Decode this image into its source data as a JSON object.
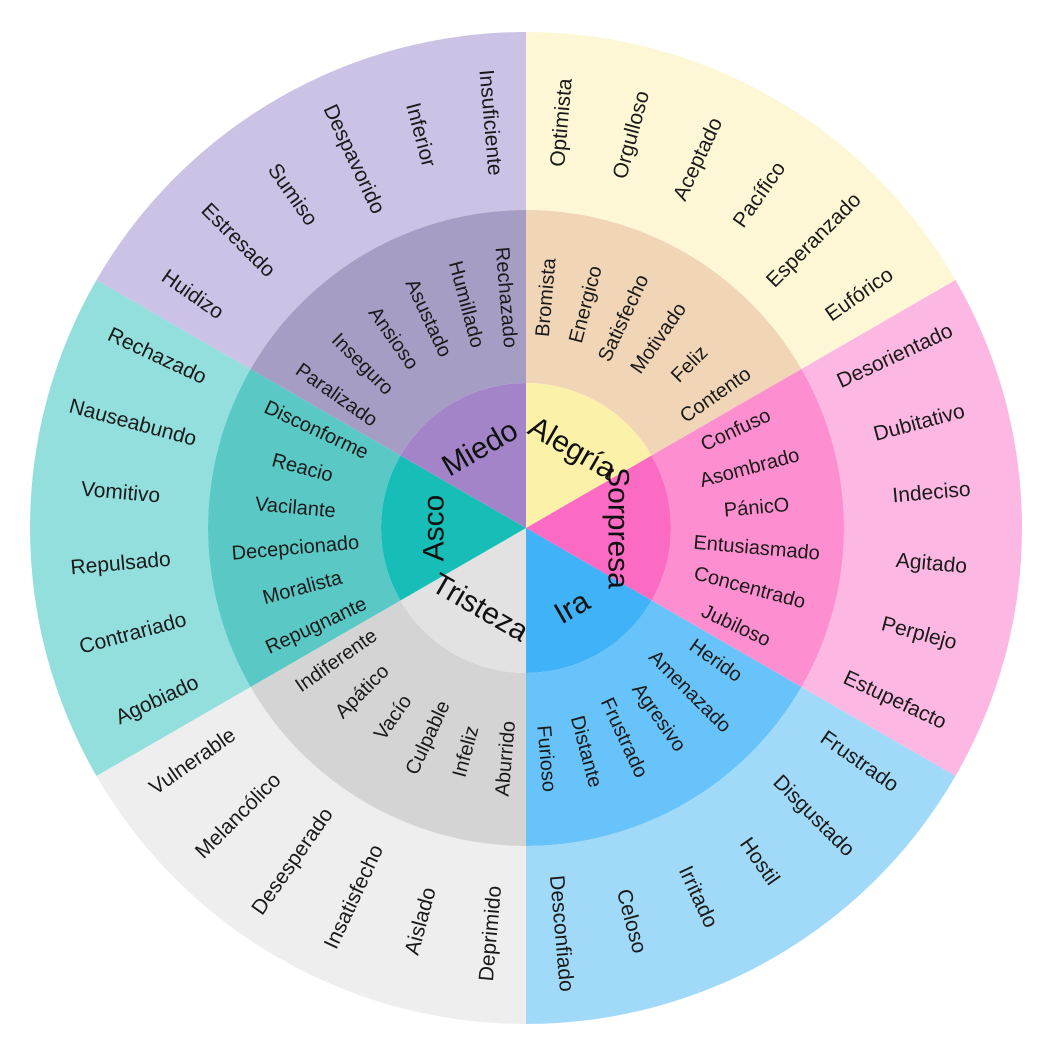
{
  "emotions": [
    {
      "core": "Alegría",
      "colors": {
        "core": "#fbf1a9",
        "mid": "#f0d5b6",
        "outer": "#fdf7d6"
      },
      "mid": [
        "Bromista",
        "Energico",
        "Satisfecho",
        "Motivado",
        "Feliz",
        "Contento"
      ],
      "outer": [
        "Optimista",
        "Orgulloso",
        "Aceptado",
        "Pacífico",
        "Esperanzado",
        "Eufórico"
      ]
    },
    {
      "core": "Sorpresa",
      "colors": {
        "core": "#fb6bc4",
        "mid": "#fd8fd1",
        "outer": "#fcb8e2"
      },
      "mid": [
        "Confuso",
        "Asombrado",
        "PánicO",
        "Entusiasmado",
        "Concentrado",
        "Jubiloso"
      ],
      "outer": [
        "Desorientado",
        "Dubitativo",
        "Indeciso",
        "Agitado",
        "Perplejo",
        "Estupefacto"
      ]
    },
    {
      "core": "Ira",
      "colors": {
        "core": "#3fb2f8",
        "mid": "#67c3f9",
        "outer": "#a1daf9"
      },
      "mid": [
        "Herido",
        "Amenazado",
        "Agresivo",
        "Frustrado",
        "Distante",
        "Furioso"
      ],
      "outer": [
        "Frustrado",
        "Disgustado",
        "Hostil",
        "Irritado",
        "Celoso",
        "Desconfiado"
      ]
    },
    {
      "core": "Tristeza",
      "colors": {
        "core": "#e2e2e2",
        "mid": "#d4d4d4",
        "outer": "#eeeeee"
      },
      "mid": [
        "Aburrido",
        "Infeliz",
        "Culpable",
        "Vacío",
        "Apático",
        "Indiferente"
      ],
      "outer": [
        "Deprimido",
        "Aislado",
        "Insatisfecho",
        "Desesperado",
        "Melancólico",
        "Vulnerable"
      ]
    },
    {
      "core": "Asco",
      "colors": {
        "core": "#17beb8",
        "mid": "#5ac8c5",
        "outer": "#92dfde"
      },
      "mid": [
        "Repugnante",
        "Moralista",
        "Decepcionado",
        "Vacilante",
        "Reacio",
        "Disconforme"
      ],
      "outer": [
        "Agobiado",
        "Contrariado",
        "Repulsado",
        "Vomitivo",
        "Nauseabundo",
        "Rechazado"
      ]
    },
    {
      "core": "Miedo",
      "colors": {
        "core": "#a484c9",
        "mid": "#a59dc4",
        "outer": "#cbc2e6"
      },
      "mid": [
        "Paralizado",
        "Inseguro",
        "Ansioso",
        "Asustado",
        "Humillado",
        "Rechazado"
      ],
      "outer": [
        "Huidizo",
        "Estresado",
        "Sumiso",
        "Despavorido",
        "Inferior",
        "Insuficiente"
      ]
    }
  ]
}
